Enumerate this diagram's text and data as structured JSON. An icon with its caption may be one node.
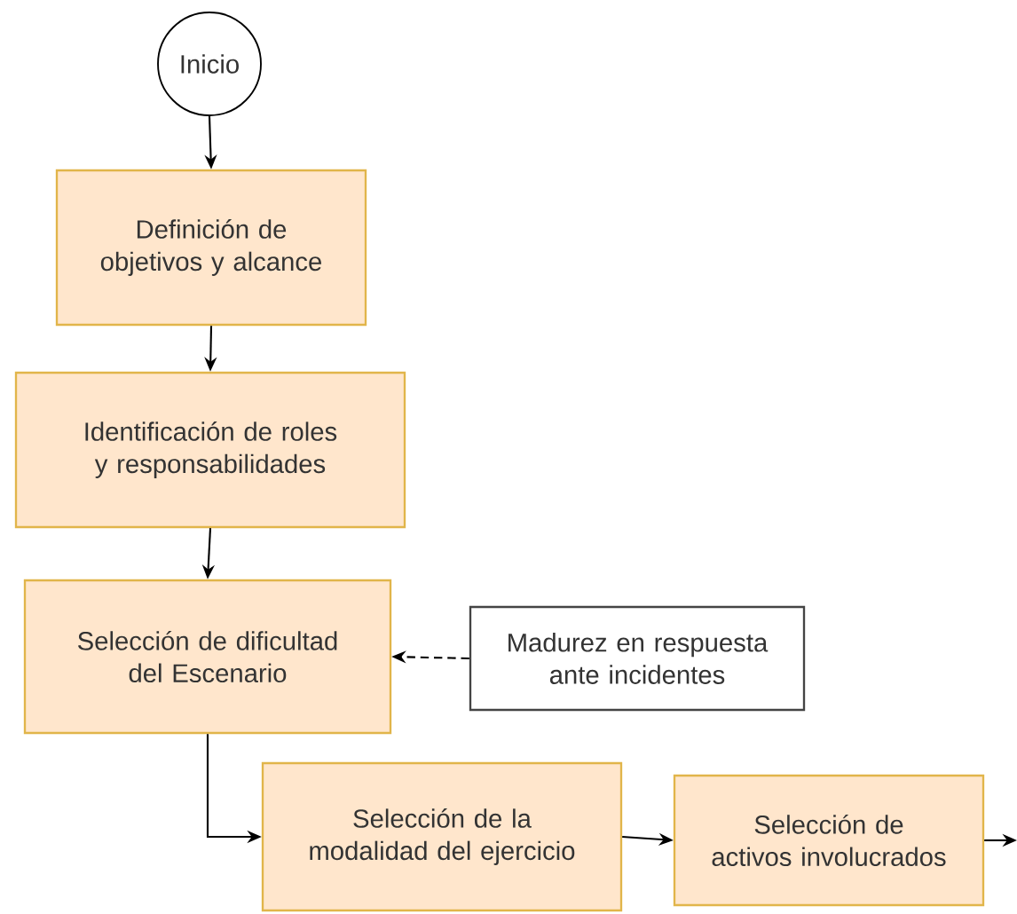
{
  "diagram": {
    "nodes": [
      {
        "text": [
          "Inicio"
        ]
      },
      {
        "text": [
          "Definición de objetivos y alcance"
        ]
      },
      {
        "text": [
          "Identificación de roles y responsabilidades"
        ]
      },
      {
        "text": [
          "Selección de dificultad del Escenario"
        ]
      },
      {
        "text": [
          "Madurez en respuesta ante incidentes"
        ]
      },
      {
        "text": [
          "Selección de la modalidad del ejercicio"
        ]
      },
      {
        "text": [
          "Selección de activos involucrados"
        ]
      }
    ],
    "edges": [
      {
        "from": 0,
        "to": 1,
        "arrow": "to"
      },
      {
        "from": 1,
        "to": 2,
        "arrow": "to"
      },
      {
        "from": 2,
        "to": 3,
        "arrow": "to"
      },
      {
        "from": 4,
        "to": 3,
        "arrow": "to",
        "style": "dashed"
      },
      {
        "from": 3,
        "to": 5,
        "arrow": "to"
      },
      {
        "from": 5,
        "to": 6,
        "arrow": "to"
      },
      {
        "from": 6,
        "to": null,
        "arrow": "to"
      }
    ]
  }
}
